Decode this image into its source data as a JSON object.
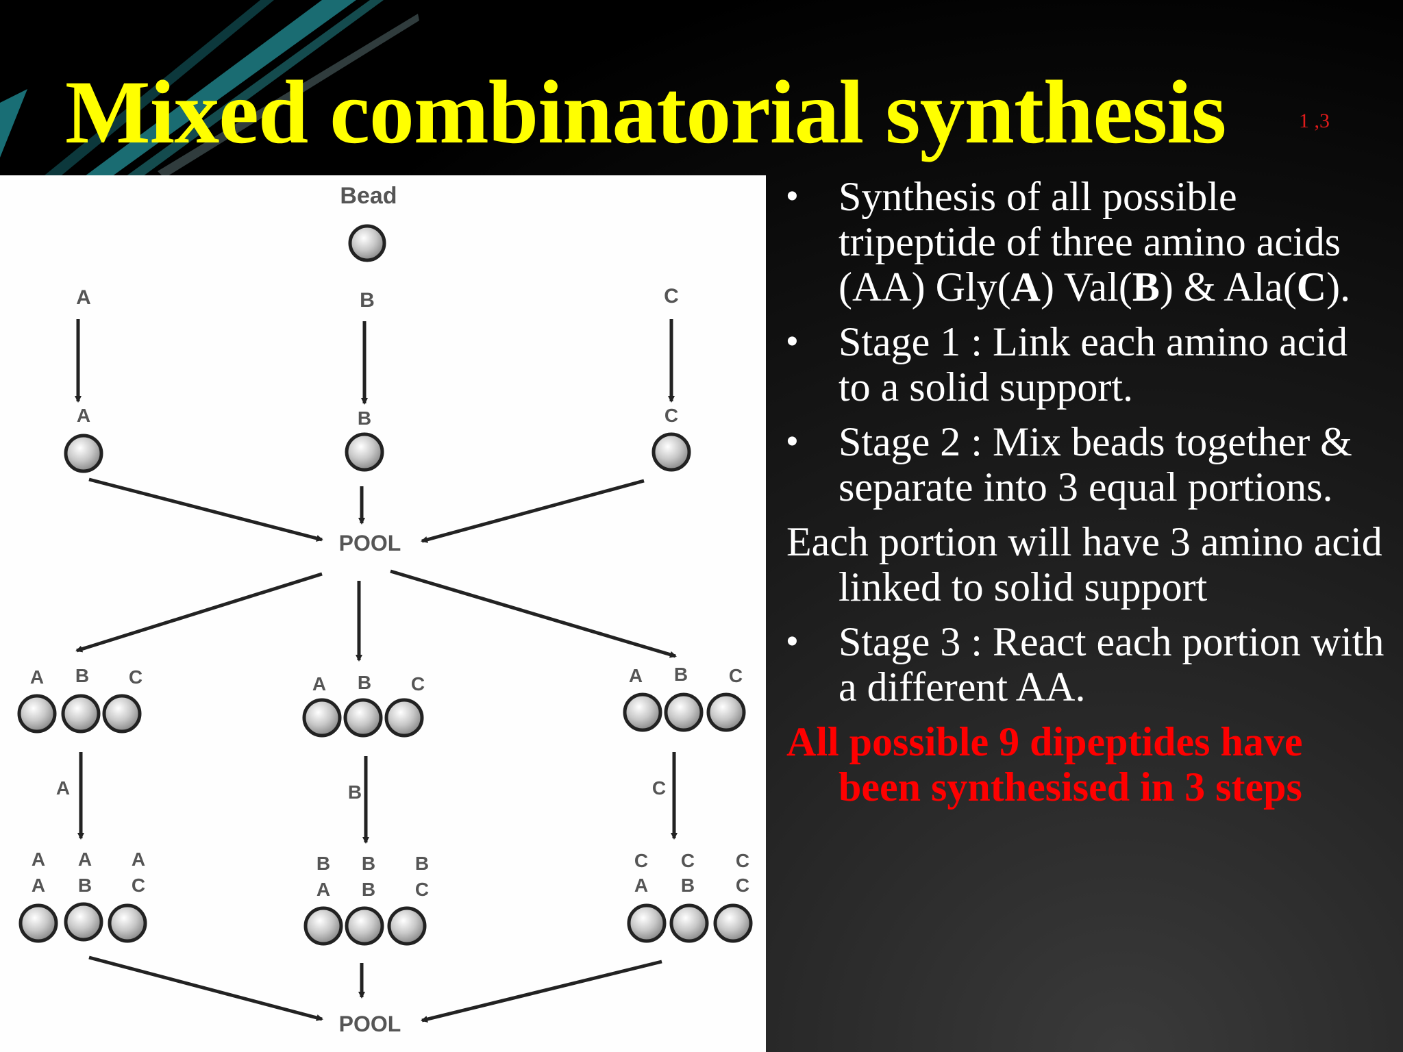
{
  "slide": {
    "title": "Mixed combinatorial synthesis",
    "title_ref": "1 ,3",
    "colors": {
      "title": "#ffff00",
      "ref": "#e01b1b",
      "highlight": "#ff0000",
      "body": "#ffffff"
    }
  },
  "diagram": {
    "bead_label": "Bead",
    "pool_label": "POOL",
    "amino_a": "A",
    "amino_b": "B",
    "amino_c": "C"
  },
  "bullets": {
    "b1_pre": "Synthesis of all possible tripeptide of three amino acids (AA) Gly(",
    "b1_a": "A",
    "b1_mid1": ") Val(",
    "b1_b": "B",
    "b1_mid2": ") & Ala(",
    "b1_c": "C",
    "b1_end": ").",
    "b2": "Stage 1 : Link each amino acid to a solid support.",
    "b3": "Stage 2 : Mix beads together & separate into 3 equal portions.",
    "note": "Each portion will have 3 amino acid linked to solid support",
    "b4": "Stage 3 : React each portion with a different AA.",
    "conclusion": "All possible 9 dipeptides have been synthesised in 3 steps",
    "bullet_char": "•"
  }
}
